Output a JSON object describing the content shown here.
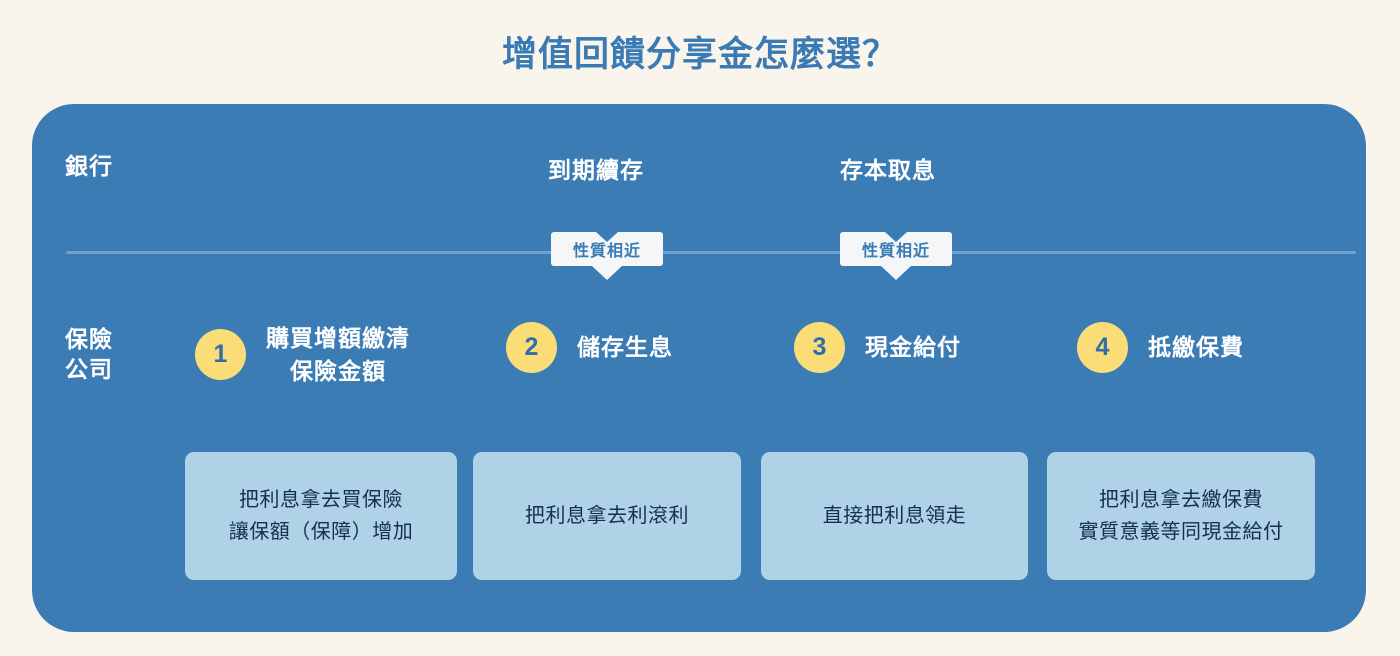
{
  "title": "增值回饋分享金怎麼選？",
  "colors": {
    "background": "#faf5ec",
    "panel": "#3c7cb5",
    "title_blue": "#3a7ab5",
    "accent_yellow": "#fadd77",
    "card_blue": "#b0d2e6",
    "card_text": "#13304f",
    "divider": "#6fa2cd",
    "badge_bg": "#f4f6f7"
  },
  "rows": {
    "bank_label": "銀行",
    "insurance_label": "保險\n公司",
    "insurance_label_line1": "保險",
    "insurance_label_line2": "公司"
  },
  "bank_products": [
    {
      "label": "到期續存"
    },
    {
      "label": "存本取息"
    }
  ],
  "badges": [
    {
      "label": "性質相近"
    },
    {
      "label": "性質相近"
    }
  ],
  "options": [
    {
      "number": "1",
      "label_line1": "購買增額繳清",
      "label_line2": "保險金額",
      "card_line1": "把利息拿去買保險",
      "card_line2": "讓保額（保障）增加"
    },
    {
      "number": "2",
      "label_line1": "儲存生息",
      "label_line2": "",
      "card_line1": "把利息拿去利滾利",
      "card_line2": ""
    },
    {
      "number": "3",
      "label_line1": "現金給付",
      "label_line2": "",
      "card_line1": "直接把利息領走",
      "card_line2": ""
    },
    {
      "number": "4",
      "label_line1": "抵繳保費",
      "label_line2": "",
      "card_line1": "把利息拿去繳保費",
      "card_line2": "實質意義等同現金給付"
    }
  ]
}
